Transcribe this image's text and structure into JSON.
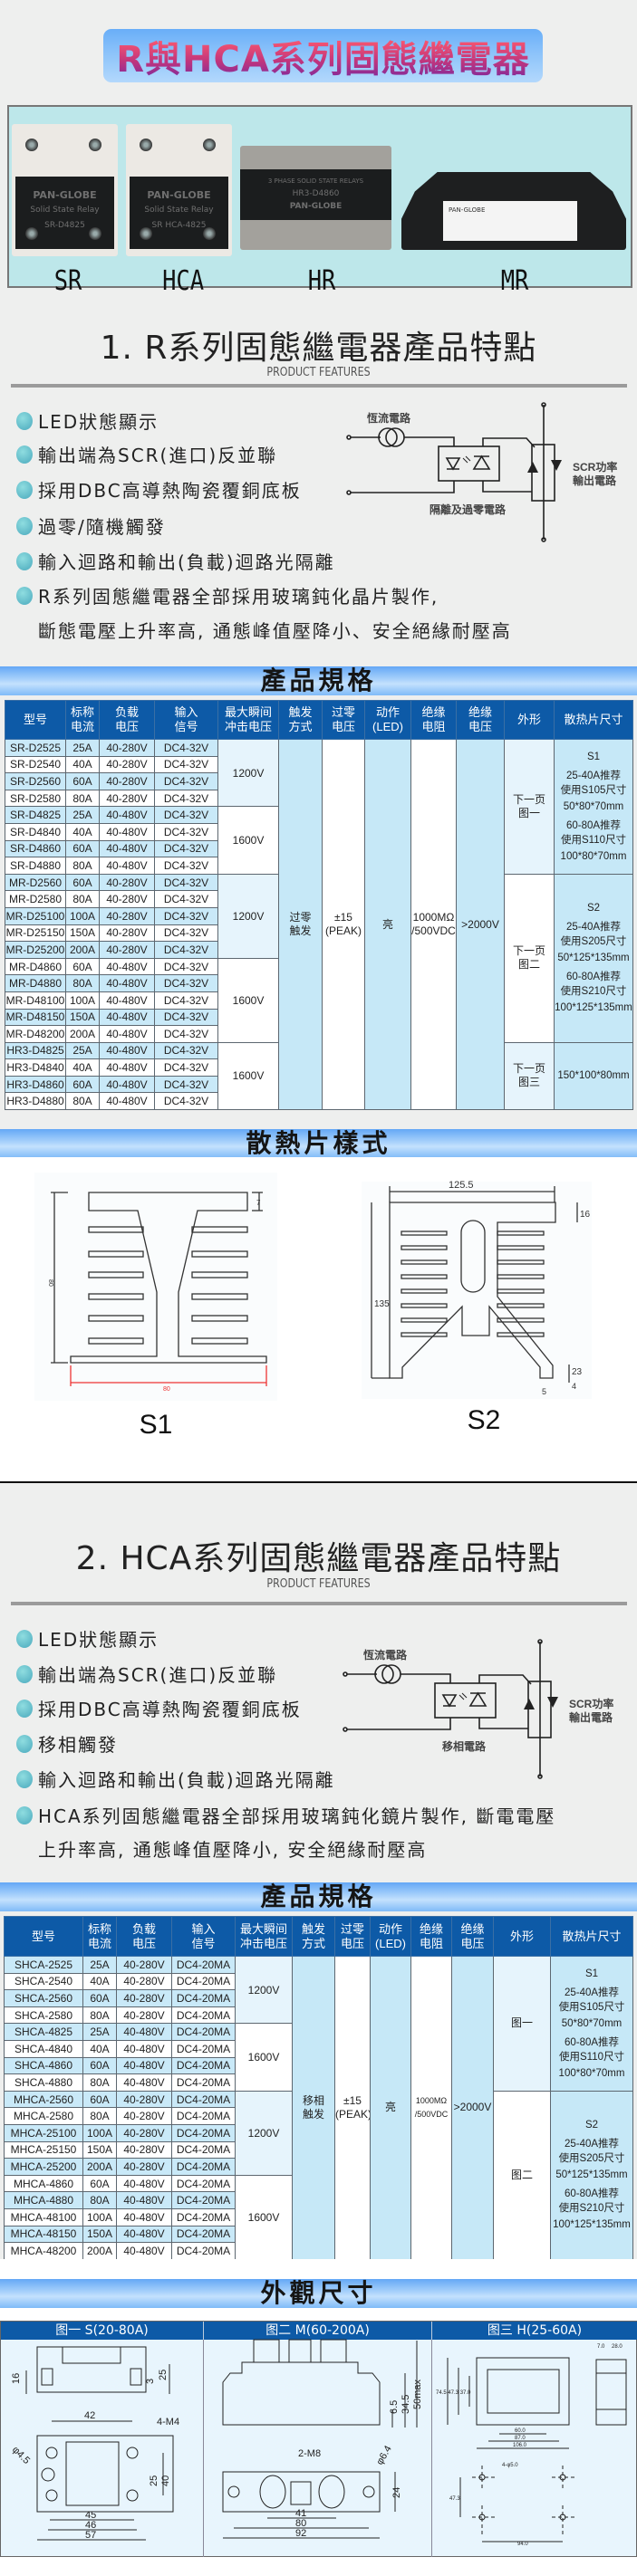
{
  "header": {
    "title": "R與HCA系列固態繼電器"
  },
  "products": [
    {
      "label": "SR",
      "brand": "PAN-GLOBE",
      "subtitle": "Solid State Relay",
      "model": "SR-D4825"
    },
    {
      "label": "HCA",
      "brand": "PAN-GLOBE",
      "subtitle": "Solid State Relay",
      "model": "SR HCA-4825"
    },
    {
      "label": "HR",
      "brand": "PAN-GLOBE",
      "subtitle": "3 PHASE SOLID STATE RELAYS",
      "model": "HR3-D4860"
    },
    {
      "label": "MR",
      "brand": "PAN-GLOBE",
      "subtitle": "",
      "model": ""
    }
  ],
  "section1": {
    "title": "1. R系列固態繼電器產品特點",
    "subtitle": "PRODUCT FEATURES",
    "features": [
      "LED狀態顯示",
      "輸出端為SCR(進口)反並聯",
      "採用DBC高導熱陶瓷覆銅底板",
      "過零/隨機觸發",
      "輸入迴路和輸出(負載)迴路光隔離",
      "R系列固態繼電器全部採用玻璃鈍化晶片製作,"
    ],
    "feature_cont": "斷態電壓上升率高, 通態峰值壓降小、安全絕緣耐壓高",
    "circuit": {
      "current_label": "恆流電路",
      "scr_label1": "SCR功率",
      "scr_label2": "輸出電路",
      "bottom_label": "隔離及過零電路"
    }
  },
  "spec1": {
    "banner": "產品規格",
    "columns": [
      "型号",
      "标称\n电流",
      "负载\n电压",
      "输入\n信号",
      "最大瞬间\n冲击电压",
      "触发\n方式",
      "过零\n电压",
      "动作\n(LED)",
      "绝缘\n电阻",
      "绝缘\n电压",
      "外形",
      "散热片尺寸"
    ],
    "rows": [
      [
        "SR-D2525",
        "25A",
        "40-280V",
        "DC4-32V"
      ],
      [
        "SR-D2540",
        "40A",
        "40-280V",
        "DC4-32V"
      ],
      [
        "SR-D2560",
        "60A",
        "40-280V",
        "DC4-32V"
      ],
      [
        "SR-D2580",
        "80A",
        "40-280V",
        "DC4-32V"
      ],
      [
        "SR-D4825",
        "25A",
        "40-480V",
        "DC4-32V"
      ],
      [
        "SR-D4840",
        "40A",
        "40-480V",
        "DC4-32V"
      ],
      [
        "SR-D4860",
        "60A",
        "40-480V",
        "DC4-32V"
      ],
      [
        "SR-D4880",
        "80A",
        "40-480V",
        "DC4-32V"
      ],
      [
        "MR-D2560",
        "60A",
        "40-280V",
        "DC4-32V"
      ],
      [
        "MR-D2580",
        "80A",
        "40-280V",
        "DC4-32V"
      ],
      [
        "MR-D25100",
        "100A",
        "40-280V",
        "DC4-32V"
      ],
      [
        "MR-D25150",
        "150A",
        "40-280V",
        "DC4-32V"
      ],
      [
        "MR-D25200",
        "200A",
        "40-280V",
        "DC4-32V"
      ],
      [
        "MR-D4860",
        "60A",
        "40-480V",
        "DC4-32V"
      ],
      [
        "MR-D4880",
        "80A",
        "40-480V",
        "DC4-32V"
      ],
      [
        "MR-D48100",
        "100A",
        "40-480V",
        "DC4-32V"
      ],
      [
        "MR-D48150",
        "150A",
        "40-480V",
        "DC4-32V"
      ],
      [
        "MR-D48200",
        "200A",
        "40-480V",
        "DC4-32V"
      ],
      [
        "HR3-D4825",
        "25A",
        "40-480V",
        "DC4-32V"
      ],
      [
        "HR3-D4840",
        "40A",
        "40-480V",
        "DC4-32V"
      ],
      [
        "HR3-D4860",
        "60A",
        "40-480V",
        "DC4-32V"
      ],
      [
        "HR3-D4880",
        "80A",
        "40-480V",
        "DC4-32V"
      ]
    ],
    "surge": [
      {
        "value": "1200V",
        "span": 4
      },
      {
        "value": "1600V",
        "span": 4
      },
      {
        "value": "1200V",
        "span": 5
      },
      {
        "value": "1600V",
        "span": 5
      },
      {
        "value": "1600V",
        "span": 4
      }
    ],
    "common": [
      "过零\n触发",
      "±15\n(PEAK)",
      "亮",
      "1000MΩ\n/500VDC",
      ">2000V"
    ],
    "shape": [
      {
        "value": "下一页\n图一",
        "span": 8
      },
      {
        "value": "下一页\n图二",
        "span": 10
      },
      {
        "value": "下一页\n图三",
        "span": 4
      }
    ],
    "heatsink": [
      {
        "lines": [
          "S1",
          "25-40A推荐",
          "使用S105尺寸",
          "50*80*70mm",
          "60-80A推荐",
          "使用S110尺寸",
          "100*80*70mm"
        ],
        "span": 8
      },
      {
        "lines": [
          "S2",
          "25-40A推荐",
          "使用S205尺寸",
          "50*125*135mm",
          "60-80A推荐",
          "使用S210尺寸",
          "100*125*135mm"
        ],
        "span": 10
      },
      {
        "lines": [
          "150*100*80mm"
        ],
        "span": 4
      }
    ]
  },
  "heatsinks": {
    "banner": "散熱片樣式",
    "s1": {
      "label": "S1",
      "dims": [
        "7",
        "80",
        "80"
      ]
    },
    "s2": {
      "label": "S2",
      "dims": [
        "125.5",
        "16",
        "135",
        "23",
        "4",
        "5"
      ]
    }
  },
  "section2": {
    "title": "2. HCA系列固態繼電器產品特點",
    "subtitle": "PRODUCT FEATURES",
    "features": [
      "LED狀態顯示",
      "輸出端為SCR(進口)反並聯",
      "採用DBC高導熱陶瓷覆銅底板",
      "移相觸發",
      "輸入迴路和輸出(負載)迴路光隔離",
      "HCA系列固態繼電器全部採用玻璃鈍化鏡片製作, 斷電電壓"
    ],
    "feature_cont": "上升率高, 通態峰值壓降小, 安全絕緣耐壓高",
    "circuit": {
      "current_label": "恆流電路",
      "scr_label1": "SCR功率",
      "scr_label2": "輸出電路",
      "bottom_label": "移相電路"
    }
  },
  "spec2": {
    "banner": "產品規格",
    "columns": [
      "型号",
      "标称\n电流",
      "负载\n电压",
      "输入\n信号",
      "最大瞬间\n冲击电压",
      "触发\n方式",
      "过零\n电压",
      "动作\n(LED)",
      "绝缘\n电阻",
      "绝缘\n电压",
      "外形",
      "散热片尺寸"
    ],
    "rows": [
      [
        "SHCA-2525",
        "25A",
        "40-280V",
        "DC4-20MA"
      ],
      [
        "SHCA-2540",
        "40A",
        "40-280V",
        "DC4-20MA"
      ],
      [
        "SHCA-2560",
        "60A",
        "40-280V",
        "DC4-20MA"
      ],
      [
        "SHCA-2580",
        "80A",
        "40-280V",
        "DC4-20MA"
      ],
      [
        "SHCA-4825",
        "25A",
        "40-480V",
        "DC4-20MA"
      ],
      [
        "SHCA-4840",
        "40A",
        "40-480V",
        "DC4-20MA"
      ],
      [
        "SHCA-4860",
        "60A",
        "40-480V",
        "DC4-20MA"
      ],
      [
        "SHCA-4880",
        "80A",
        "40-480V",
        "DC4-20MA"
      ],
      [
        "MHCA-2560",
        "60A",
        "40-280V",
        "DC4-20MA"
      ],
      [
        "MHCA-2580",
        "80A",
        "40-280V",
        "DC4-20MA"
      ],
      [
        "MHCA-25100",
        "100A",
        "40-280V",
        "DC4-20MA"
      ],
      [
        "MHCA-25150",
        "150A",
        "40-280V",
        "DC4-20MA"
      ],
      [
        "MHCA-25200",
        "200A",
        "40-280V",
        "DC4-20MA"
      ],
      [
        "MHCA-4860",
        "60A",
        "40-480V",
        "DC4-20MA"
      ],
      [
        "MHCA-4880",
        "80A",
        "40-480V",
        "DC4-20MA"
      ],
      [
        "MHCA-48100",
        "100A",
        "40-480V",
        "DC4-20MA"
      ],
      [
        "MHCA-48150",
        "150A",
        "40-480V",
        "DC4-20MA"
      ],
      [
        "MHCA-48200",
        "200A",
        "40-480V",
        "DC4-20MA"
      ]
    ],
    "surge": [
      {
        "value": "1200V",
        "span": 4
      },
      {
        "value": "1600V",
        "span": 4
      },
      {
        "value": "1200V",
        "span": 5
      },
      {
        "value": "1600V",
        "span": 5
      }
    ],
    "common": [
      "移相\n触发",
      "±15\n(PEAK)",
      "亮",
      "1000MΩ\n/500VDC",
      ">2000V"
    ],
    "shape": [
      {
        "value": "图一",
        "span": 8
      },
      {
        "value": "图二",
        "span": 10
      }
    ],
    "heatsink": [
      {
        "lines": [
          "S1",
          "25-40A推荐",
          "使用S105尺寸",
          "50*80*70mm",
          "60-80A推荐",
          "使用S110尺寸",
          "100*80*70mm"
        ],
        "span": 8
      },
      {
        "lines": [
          "S2",
          "25-40A推荐",
          "使用S205尺寸",
          "50*125*135mm",
          "60-80A推荐",
          "使用S210尺寸",
          "100*125*135mm"
        ],
        "span": 10
      }
    ]
  },
  "dimensions": {
    "banner": "外觀尺寸",
    "panels": [
      {
        "title": "图一 S(20-80A)",
        "dims": [
          "16",
          "3",
          "25",
          "42",
          "4-M4",
          "φ4.5",
          "25",
          "40",
          "45",
          "46",
          "57"
        ]
      },
      {
        "title": "图二 M(60-200A)",
        "dims": [
          "6.5",
          "34.5",
          "50max",
          "2-M8",
          "φ6.4",
          "24",
          "41",
          "80",
          "92"
        ]
      },
      {
        "title": "图三 H(25-60A)",
        "dims": [
          "7.0",
          "28.0",
          "74.5 47.3 37.0",
          "60.0",
          "87.0",
          "106.0",
          "4-φ5.0",
          "47.3",
          "94.0"
        ]
      }
    ]
  }
}
